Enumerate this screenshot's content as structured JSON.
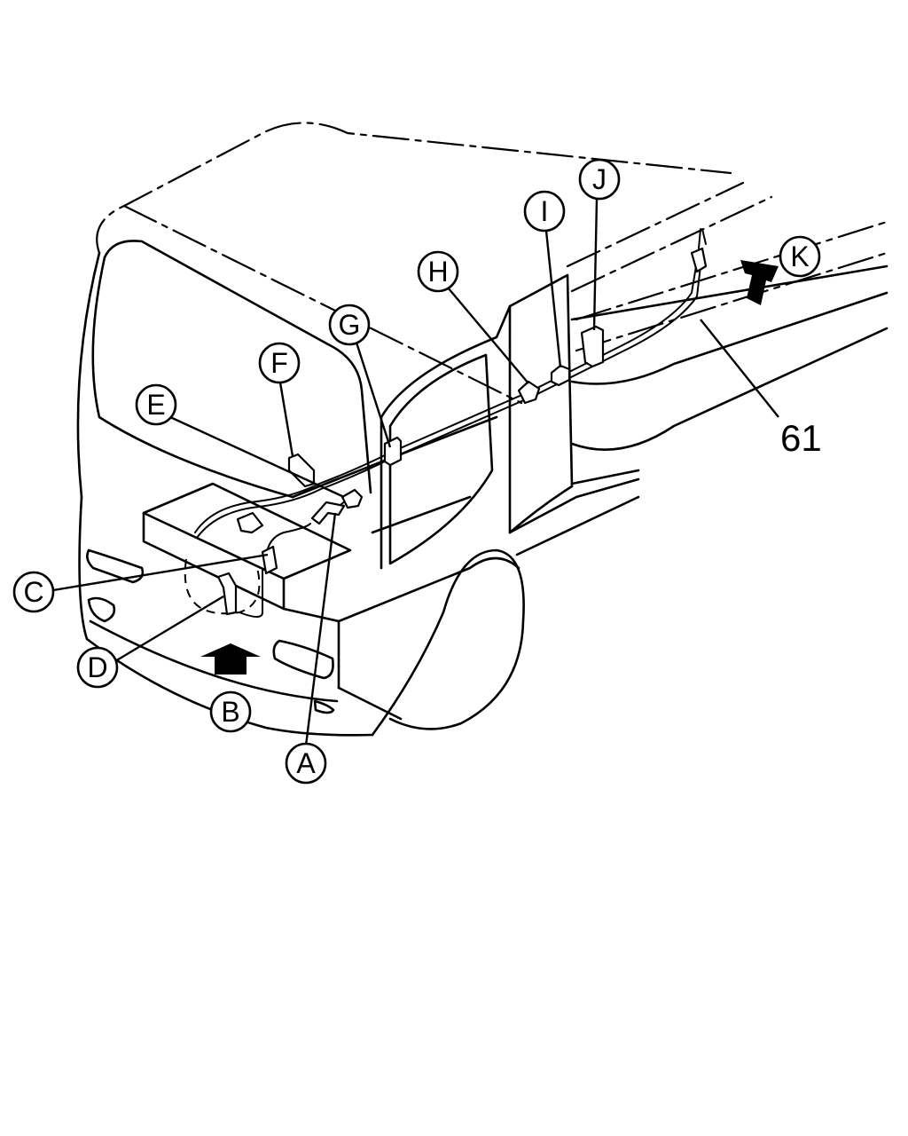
{
  "diagram": {
    "callouts": [
      {
        "id": "A",
        "label": "A"
      },
      {
        "id": "B",
        "label": "B"
      },
      {
        "id": "C",
        "label": "C"
      },
      {
        "id": "D",
        "label": "D"
      },
      {
        "id": "E",
        "label": "E"
      },
      {
        "id": "F",
        "label": "F"
      },
      {
        "id": "G",
        "label": "G"
      },
      {
        "id": "H",
        "label": "H"
      },
      {
        "id": "I",
        "label": "I"
      },
      {
        "id": "J",
        "label": "J"
      },
      {
        "id": "K",
        "label": "K"
      }
    ],
    "part_number": "61",
    "view_arrows": [
      "B",
      "K"
    ]
  }
}
